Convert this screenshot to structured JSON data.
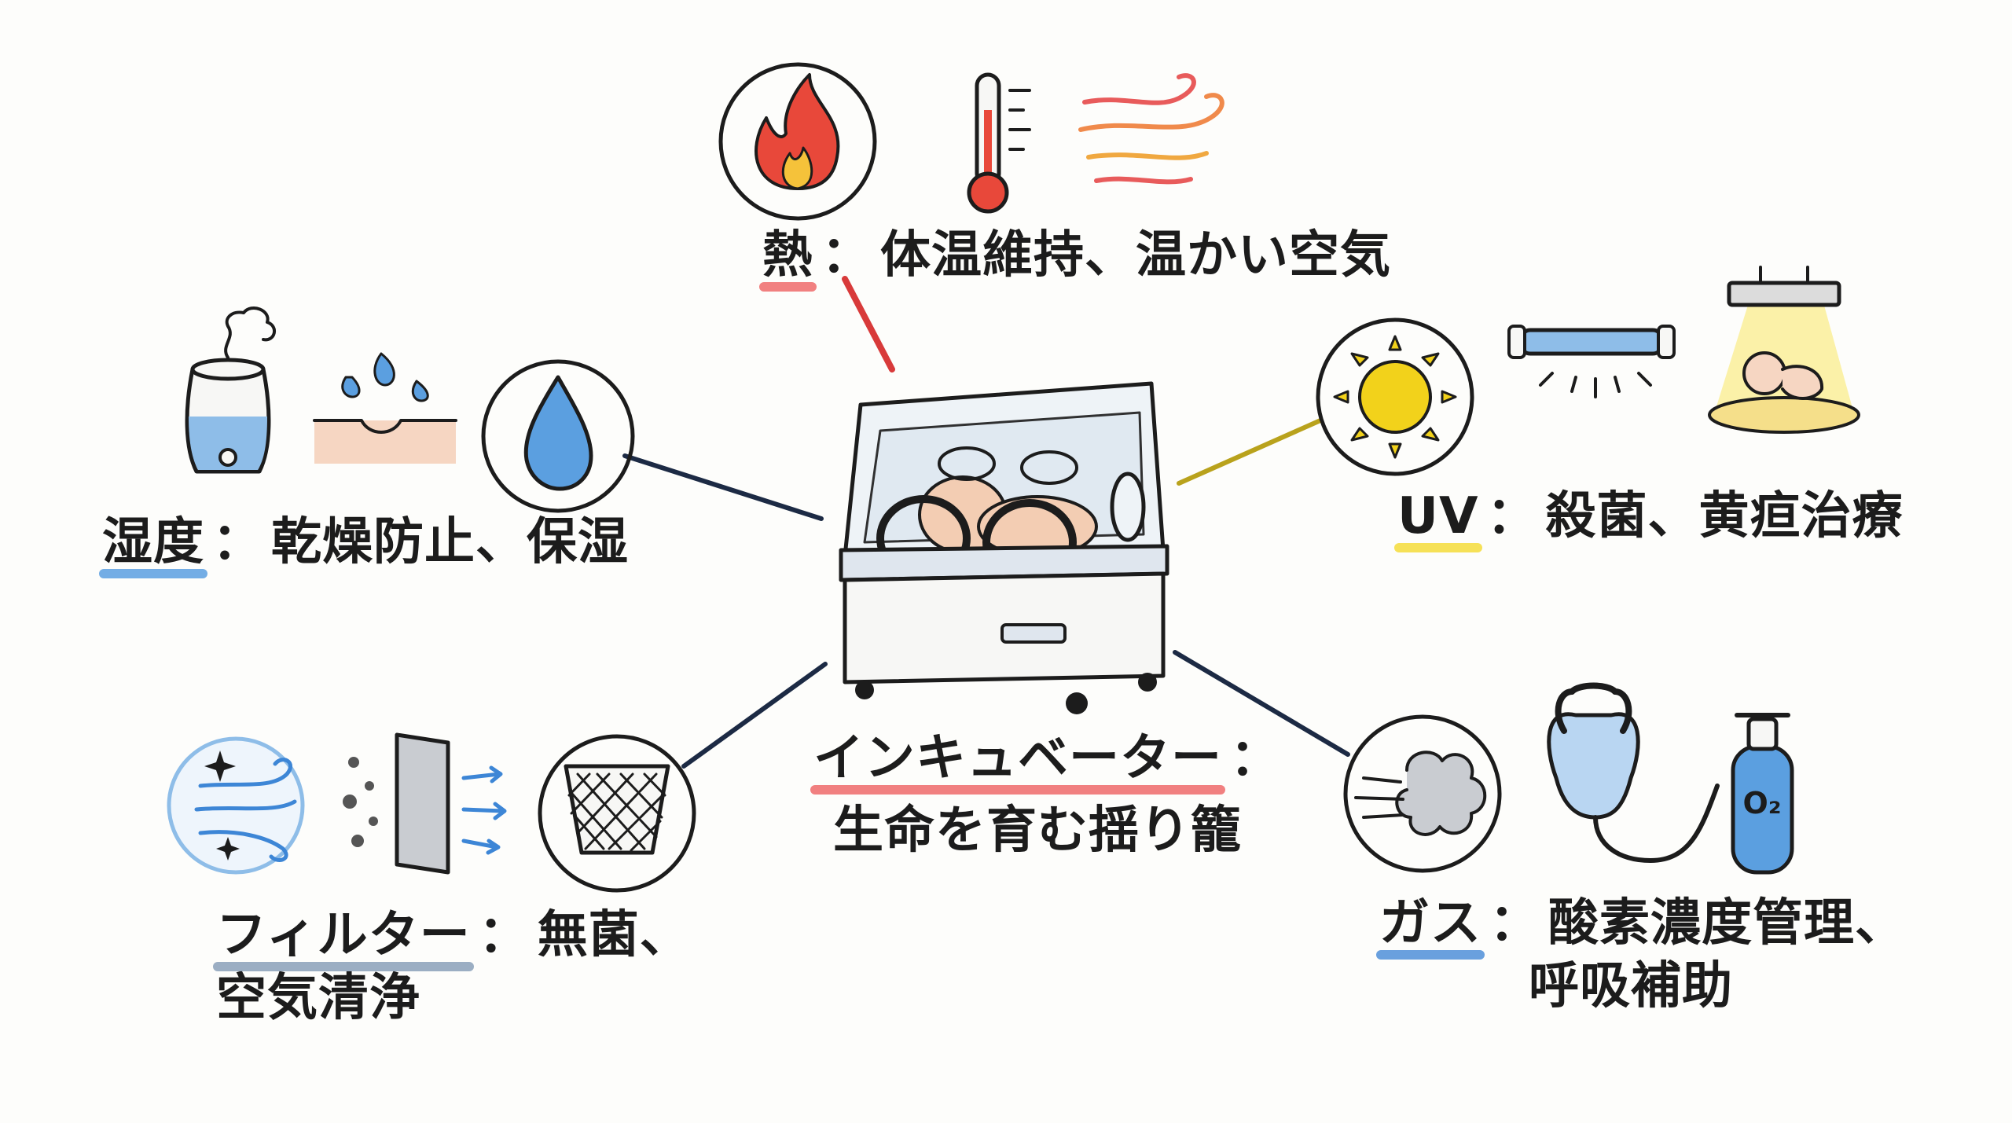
{
  "center": {
    "title": "インキュベーター",
    "separator": "：",
    "subtitle": "生命を育む揺り籠"
  },
  "heat": {
    "head": "熱",
    "separator": "：",
    "text": "体温維持、温かい空気",
    "icons": [
      "flame-icon",
      "thermometer-icon",
      "warm-air-icon"
    ]
  },
  "humidity": {
    "head": "湿度",
    "separator": "：",
    "text": "乾燥防止、保湿",
    "icons": [
      "humidifier-icon",
      "skin-moisture-icon",
      "water-drop-icon"
    ]
  },
  "uv": {
    "head": "UV",
    "separator": "：",
    "text": "殺菌、黄疸治療",
    "icons": [
      "sun-icon",
      "uv-lamp-icon",
      "phototherapy-lamp-icon"
    ]
  },
  "filter": {
    "head": "フィルター",
    "separator": "：",
    "text": "無菌、",
    "text2": "空気清浄",
    "icons": [
      "clean-air-icon",
      "air-filter-icon",
      "mesh-filter-icon"
    ]
  },
  "gas": {
    "head": "ガス",
    "separator": "：",
    "text": "酸素濃度管理、",
    "text2": "呼吸補助",
    "icons": [
      "gas-cloud-icon",
      "oxygen-mask-icon",
      "oxygen-tank-icon"
    ],
    "tank_label": "O₂"
  },
  "colors": {
    "heat": "#e8483a",
    "humidity": "#3d86d6",
    "uv": "#f2d21b",
    "filter": "#8a96a8",
    "gas": "#3d7fd0",
    "ink": "#1c1c1c"
  }
}
